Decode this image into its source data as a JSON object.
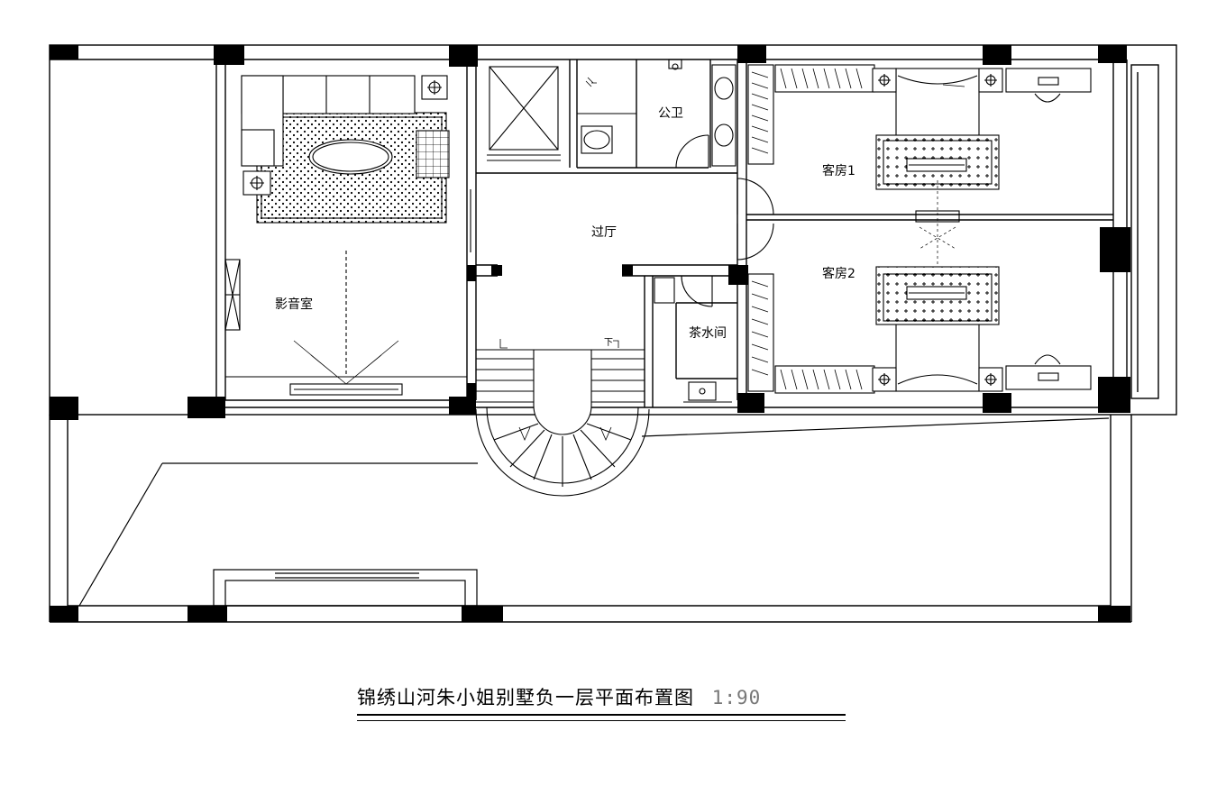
{
  "drawing": {
    "title": "锦绣山河朱小姐别墅负一层平面布置图",
    "scale": "1:90"
  },
  "rooms": {
    "av_room": "影音室",
    "public_wc": "公卫",
    "hall": "过厅",
    "tea_room": "茶水间",
    "guest_room_1": "客房1",
    "guest_room_2": "客房2"
  },
  "markers": {
    "stair_down": "下"
  },
  "colors": {
    "line": "#000000",
    "background": "#ffffff",
    "scale_text": "#777777"
  }
}
